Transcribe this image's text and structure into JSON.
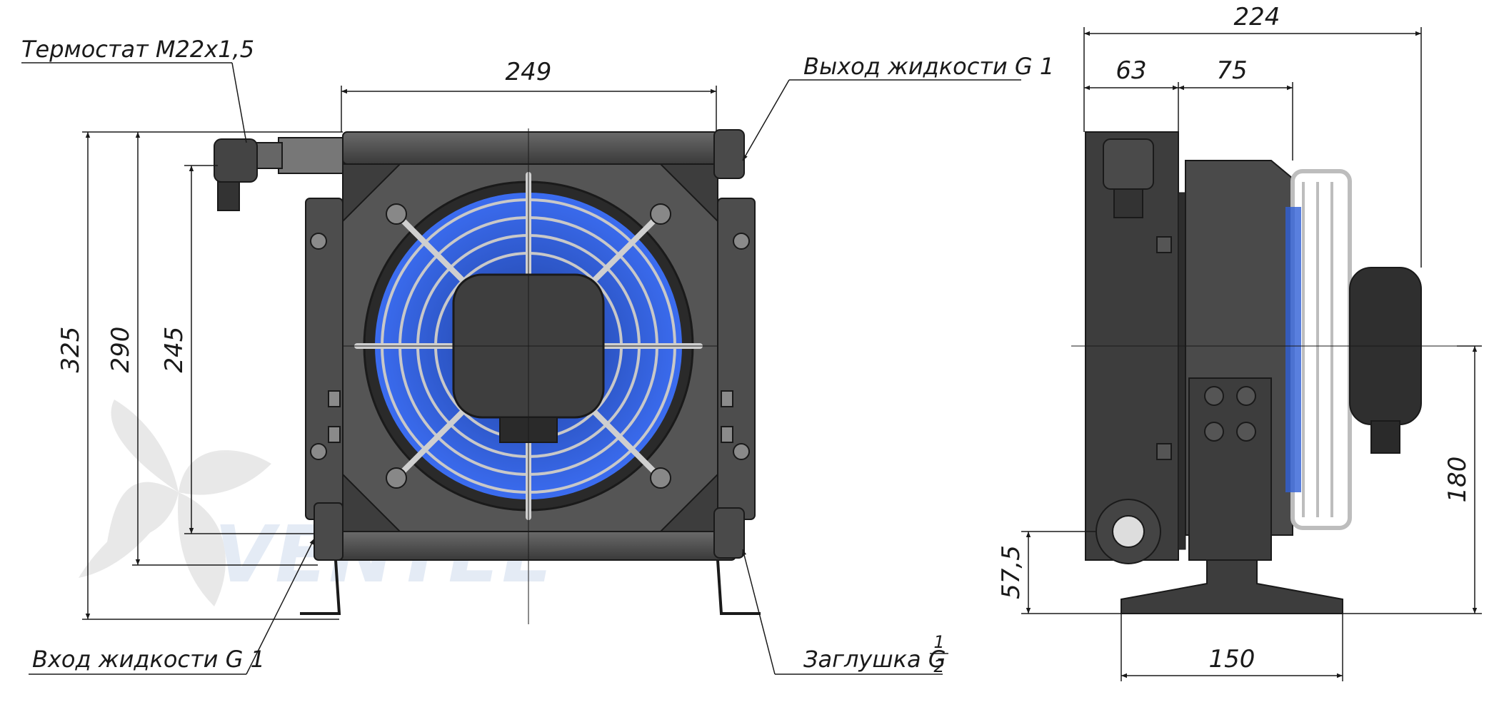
{
  "labels": {
    "thermostat": "Термостат М22х1,5",
    "outlet": "Выход жидкости G 1",
    "inlet": "Вход жидкости G 1",
    "plug": "Заглушка G",
    "plug_num": "1",
    "plug_den": "2"
  },
  "dims_front": {
    "width": "249",
    "h_total": "325",
    "h_mount": "290",
    "h_ports": "245"
  },
  "dims_side": {
    "depth_total": "224",
    "depth_core": "63",
    "depth_fan": "75",
    "axis_height": "180",
    "port_height": "57,5",
    "base_width": "150"
  },
  "watermark": "VENTEL",
  "colors": {
    "fan_blue": "#2f5fd6",
    "body_dark": "#3d3d3d",
    "body_mid": "#5a5a5a",
    "line": "#1a1a1a"
  }
}
